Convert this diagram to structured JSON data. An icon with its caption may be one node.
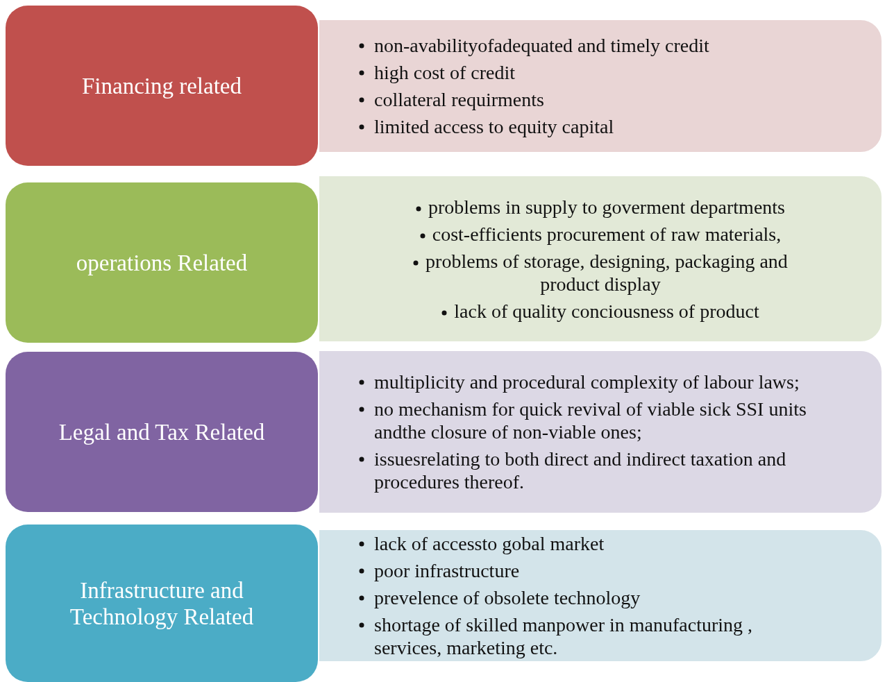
{
  "diagram": {
    "nodes": [
      {
        "text": [
          "Financing related"
        ]
      },
      {
        "text": [
          "non-avabilityofadequated and timely credit",
          "high cost of credit",
          "collateral requirments",
          "limited access to equity capital"
        ]
      },
      {
        "text": [
          "operations Related"
        ]
      },
      {
        "text": [
          "problems in supply to goverment departments",
          "cost-efficients procurement of raw materials,",
          "problems of storage, designing, packaging and product display",
          "lack of quality conciousness of product"
        ]
      },
      {
        "text": [
          "Legal and Tax Related"
        ]
      },
      {
        "text": [
          "multiplicity and procedural complexity of labour laws;",
          "no mechanism for quick revival of viable sick SSI units andthe closure of non-viable ones;",
          "issuesrelating to both direct and indirect taxation and procedures thereof."
        ]
      },
      {
        "text": [
          "Infrastructure and Technology Related"
        ]
      },
      {
        "text": [
          "lack of accessto gobal market",
          "poor infrastructure",
          "prevelence of obsolete technology",
          "shortage of skilled manpower in manufacturing , services, marketing etc."
        ]
      }
    ]
  }
}
